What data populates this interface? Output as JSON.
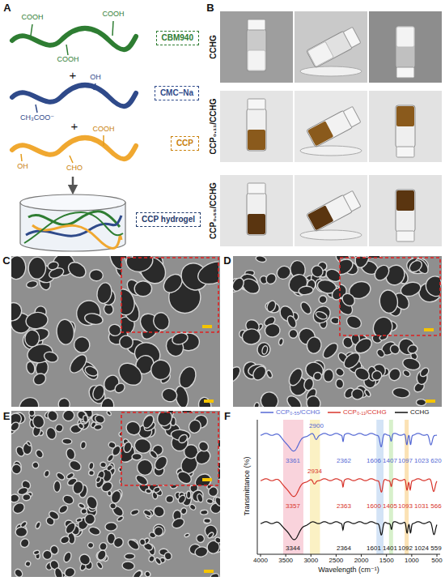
{
  "diagram": {
    "nodes": [
      {
        "text": [
          "CBM940"
        ]
      },
      {
        "text": [
          "CMC–Na"
        ]
      },
      {
        "text": [
          "CCP"
        ]
      },
      {
        "text": [
          "CCP hydrogel"
        ]
      }
    ],
    "labels": [
      "A",
      "COOH",
      "COOH",
      "COOH",
      "+",
      "OH",
      "CH₃COO⁻",
      "+",
      "COOH",
      "OH",
      "CHO",
      "B",
      "CCHG",
      "CCP₀.₁₁/CCHG",
      "CCP₀.₅₅/CCHG",
      "C",
      "D",
      "E",
      "F",
      "Transmittance (%)",
      "3361",
      "2900",
      "2362",
      "1606",
      "1407",
      "1097",
      "1023",
      "620",
      "3357",
      "2934",
      "2363",
      "1600",
      "1405",
      "1093",
      "1031",
      "566",
      "3344",
      "2364",
      "1601",
      "1401",
      "1092",
      "1024",
      "559",
      "4000",
      "3500",
      "3000",
      "2500",
      "2000",
      "1500",
      "1000",
      "500",
      "Wavelength (cm⁻¹)"
    ],
    "legend": [
      {
        "text": "CCP₀.₅₅/CCHG"
      },
      {
        "text": "CCP₀.₁₁/CCHG"
      },
      {
        "text": "CCHG"
      }
    ]
  }
}
